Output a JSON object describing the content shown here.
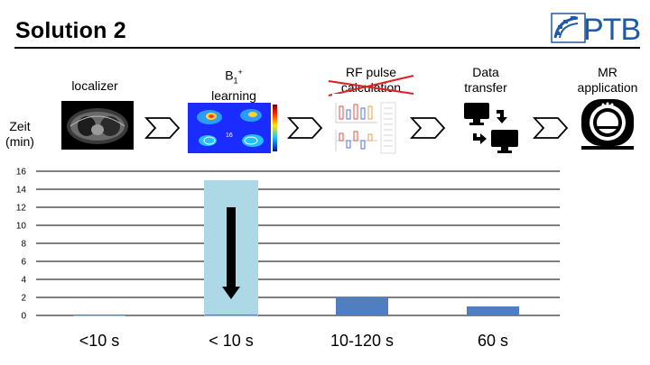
{
  "slide": {
    "title": "Solution 2",
    "logo_text": "PTB"
  },
  "workflow": {
    "y_title_line1": "Zeit",
    "y_title_line2": "(min)",
    "steps": [
      {
        "line1": "localizer",
        "line2": "",
        "image": "mri-localizer-image"
      },
      {
        "line1": "B1+",
        "line2": "learning",
        "image": "b1-map-image"
      },
      {
        "line1": "RF pulse",
        "line2": "calculation",
        "image": "rf-pulse-plot-image",
        "struck_through": true
      },
      {
        "line1": "Data",
        "line2": "transfer",
        "image": "computer-transfer-icon"
      },
      {
        "line1": "MR",
        "line2": "application",
        "image": "mr-scanner-icon"
      }
    ],
    "b1_sub": "1",
    "b1_sup": "+",
    "b1_image_number": "16"
  },
  "chart_data": {
    "type": "bar",
    "categories": [
      "<10 s",
      "< 10 s",
      "10-120 s",
      "60 s"
    ],
    "values": [
      0.1,
      0.1,
      2,
      1
    ],
    "highlight": {
      "category": "< 10 s",
      "from": 15,
      "to": 0,
      "color": "#add8e6"
    },
    "arrow": {
      "category": "< 10 s",
      "from": 12,
      "to": 2
    },
    "ylim": [
      0,
      16
    ],
    "yticks": [
      0,
      2,
      4,
      6,
      8,
      10,
      12,
      14,
      16
    ],
    "grid": true,
    "bar_color": "#4f7ec1",
    "xlabel": "",
    "ylabel": ""
  }
}
